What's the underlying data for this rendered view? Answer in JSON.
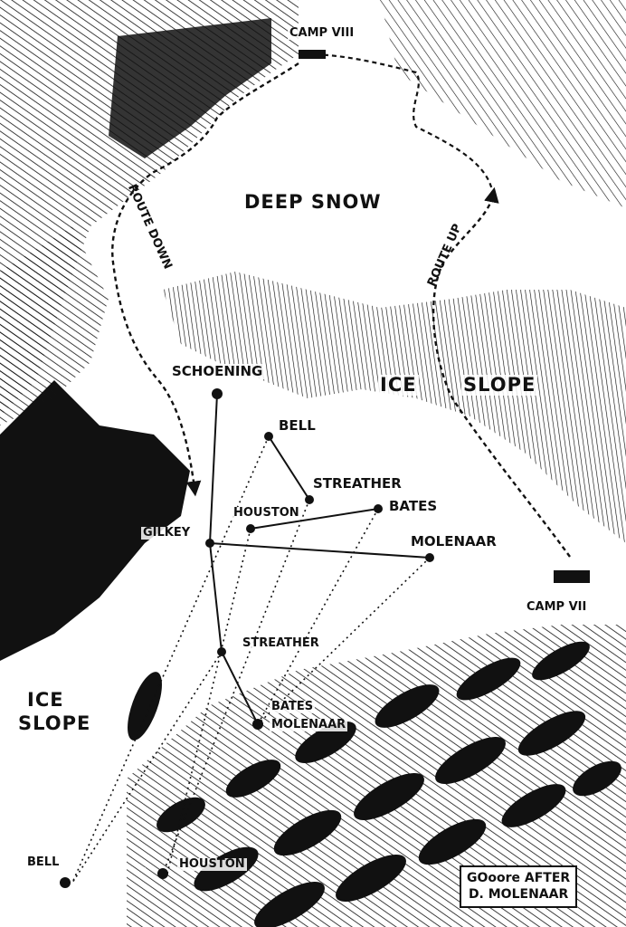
{
  "map": {
    "camps": {
      "camp_viii": "CAMP VIII",
      "camp_vii": "CAMP VII"
    },
    "terrain": {
      "deep_snow": "DEEP SNOW",
      "ice_slope_upper_a": "ICE",
      "ice_slope_upper_b": "SLOPE",
      "ice_slope_lower_a": "ICE",
      "ice_slope_lower_b": "SLOPE"
    },
    "routes": {
      "route_down": "ROUTE DOWN",
      "route_up": "ROUTE UP"
    },
    "climbers_upper": {
      "schoening": "SCHOENING",
      "bell": "BELL",
      "streather": "STREATHER",
      "houston": "HOUSTON",
      "bates": "BATES",
      "gilkey": "GILKEY",
      "molenaar": "MOLENAAR"
    },
    "climbers_lower": {
      "streather": "STREATHER",
      "bates": "BATES",
      "molenaar": "MOLENAAR",
      "bell": "BELL",
      "houston": "HOUSTON"
    },
    "credit": {
      "line1": "GOoore AFTER",
      "line2": "D. MOLENAAR"
    }
  }
}
